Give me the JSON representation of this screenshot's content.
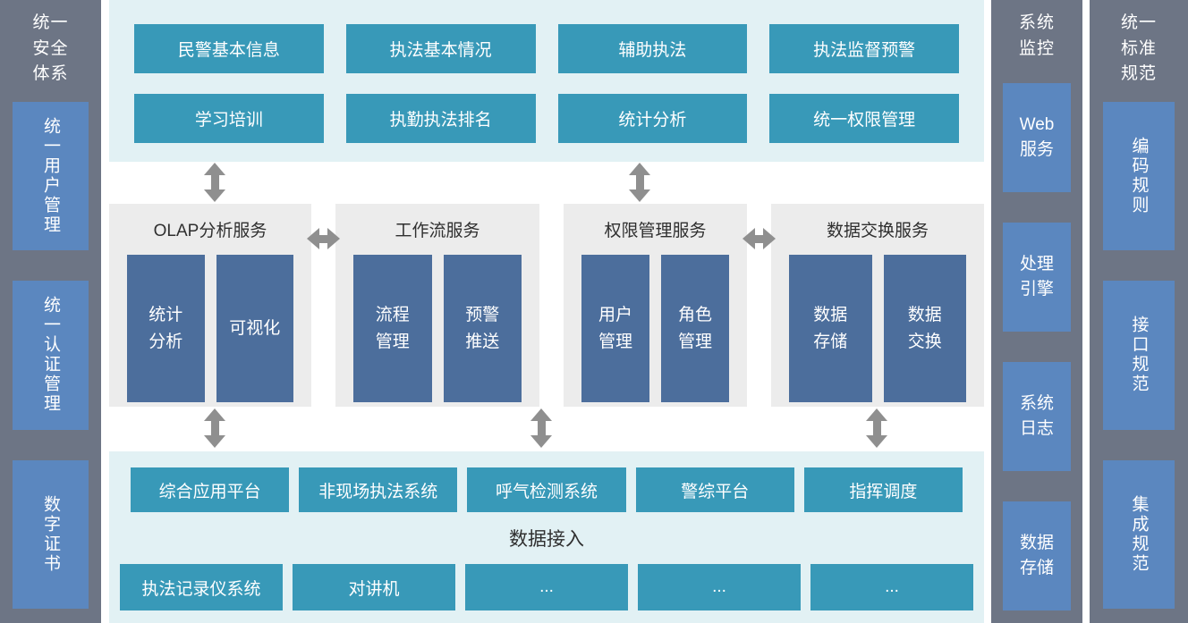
{
  "left_sidebar": {
    "title": "统一\n安全\n体系",
    "items": [
      "统一用户管理",
      "统一认证管理",
      "数字证书"
    ]
  },
  "top_section": {
    "row1": [
      "民警基本信息",
      "执法基本情况",
      "辅助执法",
      "执法监督预警"
    ],
    "row2": [
      "学习培训",
      "执勤执法排名",
      "统计分析",
      "统一权限管理"
    ]
  },
  "middle_section": {
    "panels": [
      {
        "title": "OLAP分析服务",
        "boxes": [
          "统计\n分析",
          "可视化"
        ]
      },
      {
        "title": "工作流服务",
        "boxes": [
          "流程\n管理",
          "预警\n推送"
        ]
      },
      {
        "title": "权限管理服务",
        "boxes": [
          "用户\n管理",
          "角色\n管理"
        ]
      },
      {
        "title": "数据交换服务",
        "boxes": [
          "数据\n存储",
          "数据\n交换"
        ]
      }
    ]
  },
  "bottom_section": {
    "title": "数据接入",
    "row1": [
      "综合应用平台",
      "非现场执法系统",
      "呼气检测系统",
      "警综平台",
      "指挥调度"
    ],
    "row2": [
      "执法记录仪系统",
      "对讲机",
      "...",
      "...",
      "..."
    ]
  },
  "monitor_column": {
    "title": "系统\n监控",
    "items": [
      "Web\n服务",
      "处理\n引擎",
      "系统\n日志",
      "数据\n存储"
    ]
  },
  "right_sidebar": {
    "title": "统一\n标准\n规范",
    "items": [
      "编码规则",
      "接口规范",
      "集成规范"
    ]
  },
  "colors": {
    "sidebar-bg": "#6d7585",
    "sidebar-box": "#5b87bf",
    "teal": "#3899b8",
    "light-bg": "#e2f1f4",
    "panel-bg": "#ececec",
    "dark-box": "#4c6e9c",
    "arrow": "#8f8f8f",
    "title-text": "#2f2f2f"
  }
}
